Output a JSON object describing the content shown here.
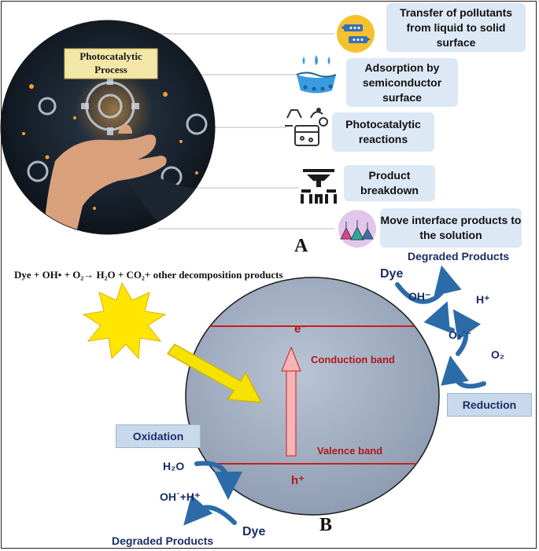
{
  "panel_a": {
    "circle_caption_line1": "Photocatalytic",
    "circle_caption_line2": "Process",
    "steps": [
      {
        "label": "Transfer of pollutants from liquid to solid surface",
        "icon": "transfer-arrows-icon"
      },
      {
        "label": "Adsorption by semiconductor surface",
        "icon": "adsorption-drops-icon"
      },
      {
        "label": "Photocatalytic reactions",
        "icon": "reaction-lab-icon"
      },
      {
        "label": "Product breakdown",
        "icon": "breakdown-press-icon"
      },
      {
        "label": "Move interface products to the solution",
        "icon": "flasks-icon"
      }
    ],
    "panel_letter": "A"
  },
  "panel_b": {
    "equation": "Dye + OH• + O₂→ H₂O + CO₂+ other decomposition products",
    "electron": "e⁻",
    "hole": "h⁺",
    "conduction_band": "Conduction band",
    "valence_band": "Valence band",
    "reduction_label": "Reduction",
    "oxidation_label": "Oxidation",
    "reduction_side": {
      "degraded": "Degraded Products",
      "dye": "Dye",
      "oh_radical": "OH⁻",
      "h_plus": "H⁺",
      "superoxide": "O₂˙⁻",
      "oxygen": "O₂"
    },
    "oxidation_side": {
      "water": "H₂O",
      "oh_h": "OH˙+H⁺",
      "dye": "Dye",
      "degraded": "Degraded Products"
    },
    "panel_letter": "B",
    "colors": {
      "sun": "#ffe600",
      "semiconductor": "#9aa8bd",
      "band_line": "#c81e1e",
      "excitation_arrow": "#f8b4b4",
      "flow_arrow": "#2b6ca8",
      "text_dark_blue": "#1a2e66"
    }
  }
}
